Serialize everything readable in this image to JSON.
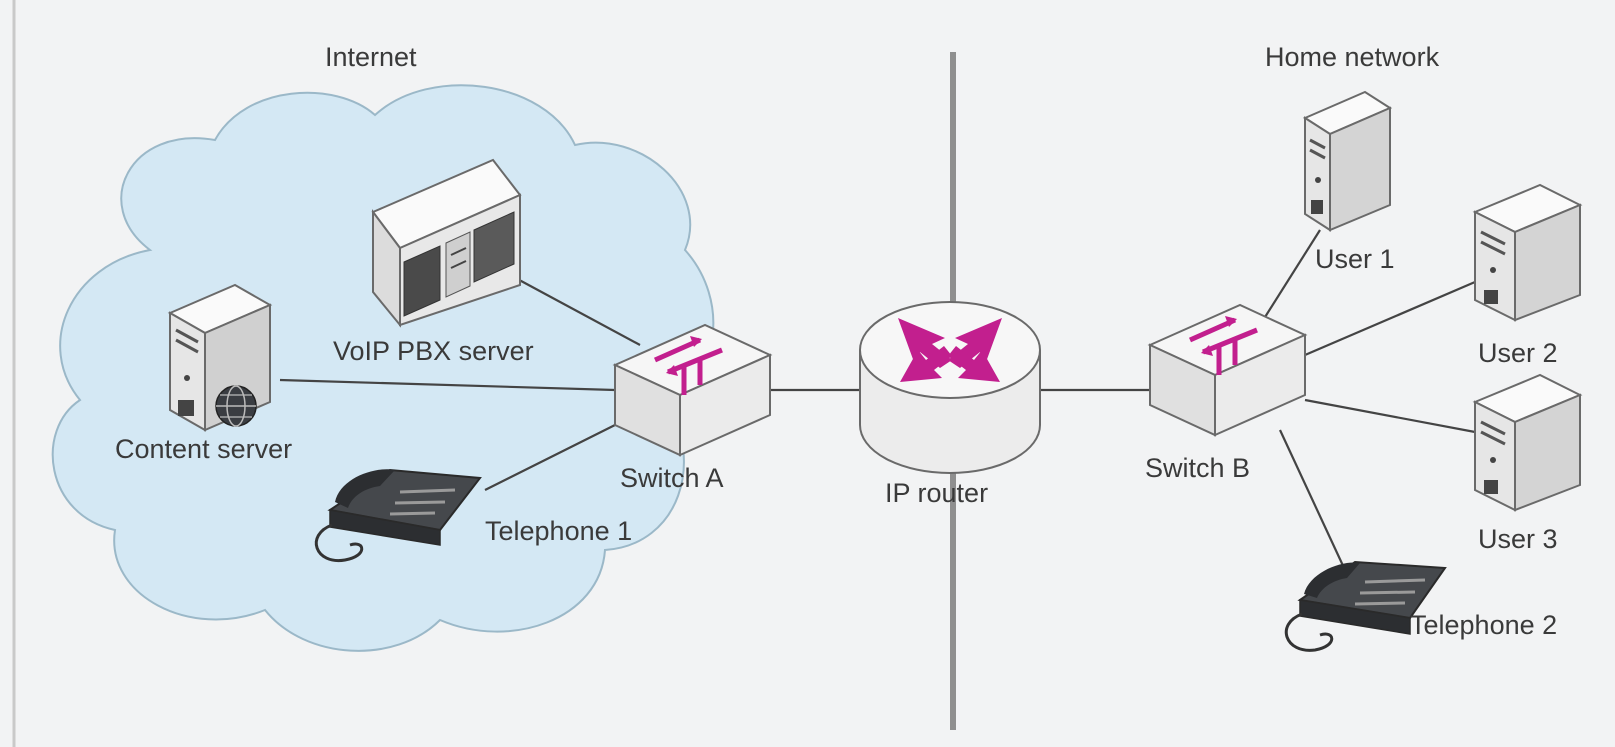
{
  "regions": {
    "internet": "Internet",
    "home_network": "Home network"
  },
  "nodes": {
    "voip_pbx_server": "VoIP PBX server",
    "content_server": "Content server",
    "telephone_1": "Telephone 1",
    "switch_a": "Switch A",
    "ip_router": "IP router",
    "switch_b": "Switch B",
    "user_1": "User 1",
    "user_2": "User 2",
    "user_3": "User 3",
    "telephone_2": "Telephone 2"
  },
  "colors": {
    "background": "#f2f3f4",
    "cloud_fill": "#d4e8f4",
    "cloud_stroke": "#9bb8c8",
    "accent_arrows": "#c21f8e",
    "device_face": "#f4f4f4",
    "device_stroke": "#6a6a6a",
    "phone": "#3b3e42",
    "divider": "#8f8f8f"
  }
}
